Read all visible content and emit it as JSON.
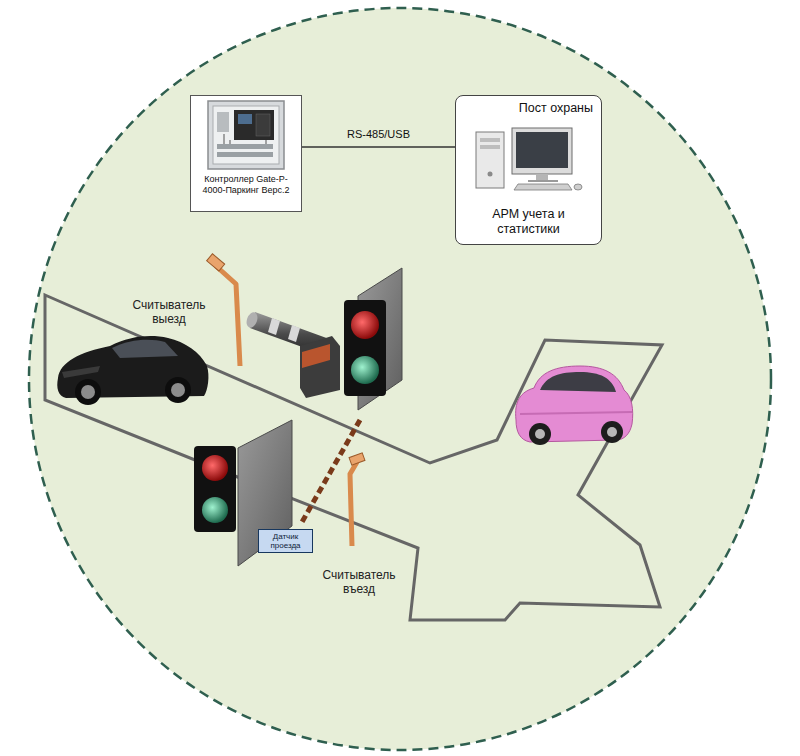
{
  "diagram": {
    "nodes": [
      {
        "text": [
          "Контроллер Gate-P-4000-Паркинг Верс.2"
        ]
      },
      {
        "text": [
          "Пост охраны",
          "АРМ учета и статистики"
        ]
      },
      {
        "text": [
          "Датчик проезда"
        ]
      }
    ],
    "edges": [
      {
        "from": 0,
        "to": 1,
        "label": "RS-485/USB",
        "arrow": "none"
      }
    ],
    "labels": [
      "Считыватель выезд",
      "Считыватель въезд"
    ]
  }
}
